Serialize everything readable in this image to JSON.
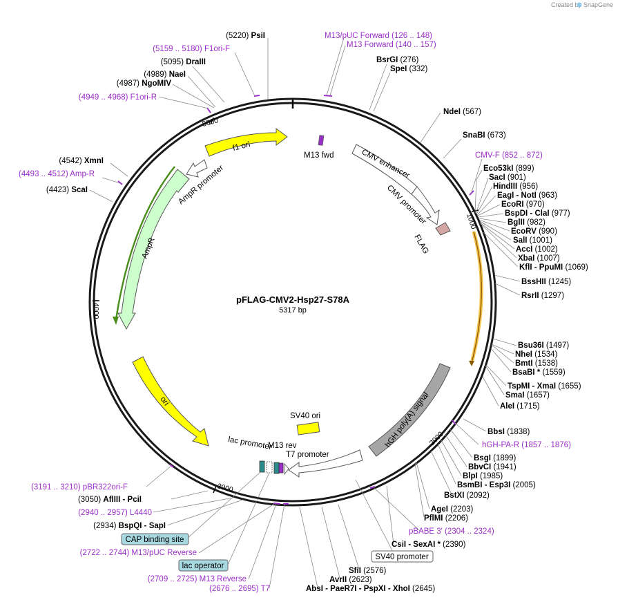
{
  "brand": {
    "created_by": "Created by",
    "name": "SnapGene"
  },
  "plasmid": {
    "name": "pFLAG-CMV2-Hsp27-S78A",
    "size_label": "5317 bp"
  },
  "ticks": [
    "1000",
    "2000",
    "3000",
    "4000",
    "5000"
  ],
  "features": [
    {
      "name": "f1 ori",
      "label": "f1 ori"
    },
    {
      "name": "M13 fwd",
      "label": "M13 fwd"
    },
    {
      "name": "CMV enhancer",
      "label": "CMV enhancer"
    },
    {
      "name": "CMV promoter",
      "label": "CMV promoter"
    },
    {
      "name": "FLAG",
      "label": "FLAG"
    },
    {
      "name": "hGH poly(A) signal",
      "label": "hGH poly(A) signal"
    },
    {
      "name": "SV40 ori",
      "label": "SV40 ori"
    },
    {
      "name": "T7 promoter",
      "label": "T7 promoter"
    },
    {
      "name": "M13 rev",
      "label": "M13 rev"
    },
    {
      "name": "lac promoter",
      "label": "lac promoter"
    },
    {
      "name": "ori",
      "label": "ori"
    },
    {
      "name": "AmpR",
      "label": "AmpR"
    },
    {
      "name": "AmpR promoter",
      "label": "AmpR promoter"
    }
  ],
  "sites": [
    {
      "pre": "(5220)",
      "name": "PsiI",
      "post": ""
    },
    {
      "pre": "",
      "name": "",
      "post": ""
    },
    {
      "pre": "(5095)",
      "name": "DraIII",
      "post": ""
    },
    {
      "pre": "(4989)",
      "name": "NaeI",
      "post": ""
    },
    {
      "pre": "(4987)",
      "name": "NgoMIV",
      "post": ""
    },
    {
      "pre": "(4542)",
      "name": "XmnI",
      "post": ""
    },
    {
      "pre": "(4423)",
      "name": "ScaI",
      "post": ""
    },
    {
      "pre": "",
      "name": "BsrGI",
      "post": "(276)"
    },
    {
      "pre": "",
      "name": "SpeI",
      "post": "(332)"
    },
    {
      "pre": "",
      "name": "NdeI",
      "post": "(567)"
    },
    {
      "pre": "",
      "name": "SnaBI",
      "post": "(673)"
    },
    {
      "pre": "",
      "name": "Eco53kI",
      "post": "(899)"
    },
    {
      "pre": "",
      "name": "SacI",
      "post": "(901)"
    },
    {
      "pre": "",
      "name": "HindIII",
      "post": "(956)"
    },
    {
      "pre": "",
      "name": "EagI  - NotI",
      "post": "(963)"
    },
    {
      "pre": "",
      "name": "EcoRI",
      "post": "(970)"
    },
    {
      "pre": "",
      "name": "BspDI  - ClaI",
      "post": "(977)"
    },
    {
      "pre": "",
      "name": "BglII",
      "post": "(982)"
    },
    {
      "pre": "",
      "name": "EcoRV",
      "post": "(990)"
    },
    {
      "pre": "",
      "name": "SalI",
      "post": "(1001)"
    },
    {
      "pre": "",
      "name": "AccI",
      "post": "(1002)"
    },
    {
      "pre": "",
      "name": "XbaI",
      "post": "(1007)"
    },
    {
      "pre": "",
      "name": "KflI  - PpuMI",
      "post": "(1069)"
    },
    {
      "pre": "",
      "name": "BssHII",
      "post": "(1245)"
    },
    {
      "pre": "",
      "name": "RsrII",
      "post": "(1297)"
    },
    {
      "pre": "",
      "name": "Bsu36I",
      "post": "(1497)"
    },
    {
      "pre": "",
      "name": "NheI",
      "post": "(1534)"
    },
    {
      "pre": "",
      "name": "BmtI",
      "post": "(1538)"
    },
    {
      "pre": "",
      "name": "BsaBI *",
      "post": "(1559)"
    },
    {
      "pre": "",
      "name": "TspMI  - XmaI",
      "post": "(1655)"
    },
    {
      "pre": "",
      "name": "SmaI",
      "post": "(1657)"
    },
    {
      "pre": "",
      "name": "AleI",
      "post": "(1715)"
    },
    {
      "pre": "",
      "name": "BbsI",
      "post": "(1838)"
    },
    {
      "pre": "",
      "name": "BsgI",
      "post": "(1899)"
    },
    {
      "pre": "",
      "name": "BbvCI",
      "post": "(1941)"
    },
    {
      "pre": "",
      "name": "BlpI",
      "post": "(1985)"
    },
    {
      "pre": "",
      "name": "BsmBI  - Esp3I",
      "post": "(2005)"
    },
    {
      "pre": "",
      "name": "BstXI",
      "post": "(2092)"
    },
    {
      "pre": "",
      "name": "AgeI",
      "post": "(2203)"
    },
    {
      "pre": "",
      "name": "PflMI",
      "post": "(2206)"
    },
    {
      "pre": "",
      "name": "CsiI  - SexAI *",
      "post": "(2390)"
    },
    {
      "pre": "",
      "name": "SfiI",
      "post": "(2576)"
    },
    {
      "pre": "",
      "name": "AvrII",
      "post": "(2623)"
    },
    {
      "pre": "",
      "name": "AbsI  - PaeR7I  - PspXI  - XhoI",
      "post": "(2645)"
    },
    {
      "pre": "(3050)",
      "name": "AflIII  - PciI",
      "post": ""
    },
    {
      "pre": "(2934)",
      "name": "BspQI  - SapI",
      "post": ""
    }
  ],
  "primers": [
    {
      "text": "M13/pUC Forward    (126 .. 148)"
    },
    {
      "text": "M13 Forward    (140 .. 157)"
    },
    {
      "text": "(5159 .. 5180)   F1ori-F"
    },
    {
      "text": "(4949 .. 4968)   F1ori-R"
    },
    {
      "text": "(4493 .. 4512)   Amp-R"
    },
    {
      "text": "CMV-F    (852 .. 872)"
    },
    {
      "text": "hGH-PA-R    (1857 .. 1876)"
    },
    {
      "text": "pBABE 3'    (2304 .. 2324)"
    },
    {
      "text": "(3191 .. 3210)   pBR322ori-F"
    },
    {
      "text": "(2940 .. 2957)   L4440"
    },
    {
      "text": "(2722 .. 2744)   M13/pUC Reverse"
    },
    {
      "text": "(2709 .. 2725)   M13 Reverse"
    },
    {
      "text": "(2676 .. 2695)   T7"
    }
  ],
  "boxed_features": [
    {
      "text": "SV40 promoter"
    },
    {
      "text": "CAP binding site"
    },
    {
      "text": "lac operator"
    }
  ],
  "colors": {
    "backbone": "#1a1a1a",
    "primer": "#9b2fc9",
    "rep_origin": "#ffff00",
    "ampr": "#ccffcc",
    "polyA": "#a6a6a6",
    "flag": "#d4a5a5",
    "box_teal": "#a8d8e0"
  }
}
